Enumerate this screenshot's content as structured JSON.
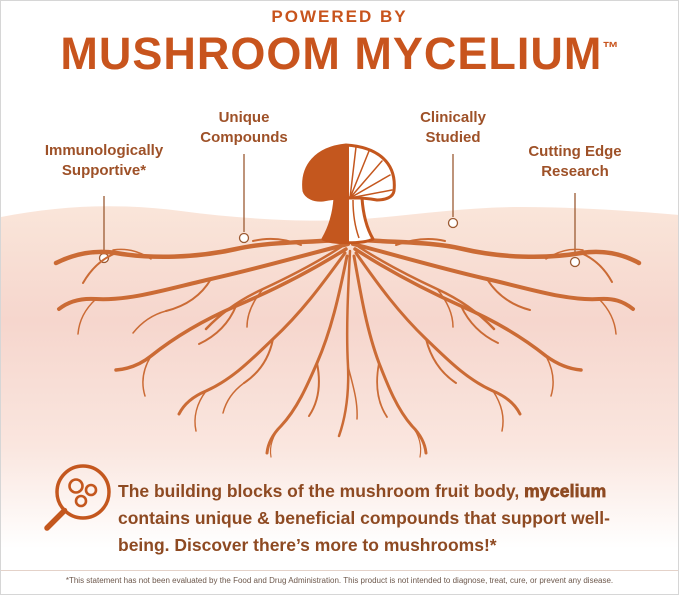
{
  "header": {
    "eyebrow": "POWERED BY",
    "title": "MUSHROOM MYCELIUM",
    "trademark": "™"
  },
  "callouts": [
    {
      "id": "immunologically-supportive",
      "lines": [
        "Immunologically",
        "Supportive*"
      ]
    },
    {
      "id": "unique-compounds",
      "lines": [
        "Unique",
        "Compounds"
      ]
    },
    {
      "id": "clinically-studied",
      "lines": [
        "Clinically",
        "Studied"
      ]
    },
    {
      "id": "cutting-edge-research",
      "lines": [
        "Cutting Edge",
        "Research"
      ]
    }
  ],
  "body": {
    "part1": "The building blocks of the mushroom fruit body, ",
    "highlight": "mycelium",
    "part2": " contains unique & beneficial compounds that support well-being. Discover there’s more to mushrooms!*"
  },
  "footnote": "*This statement has not been evaluated by the Food and Drug Administration. This product is not intended to diagnose, treat, cure, or prevent any disease.",
  "icons": {
    "magnifier": "magnifying-glass-spores-icon"
  },
  "colors": {
    "accent_orange": "#C8541D",
    "callout_text": "#9E5128",
    "body_text": "#8E4A22",
    "root_orange": "#CB6B35",
    "band_top": "#FAE6DA",
    "band_mid": "#F6D6CD"
  }
}
